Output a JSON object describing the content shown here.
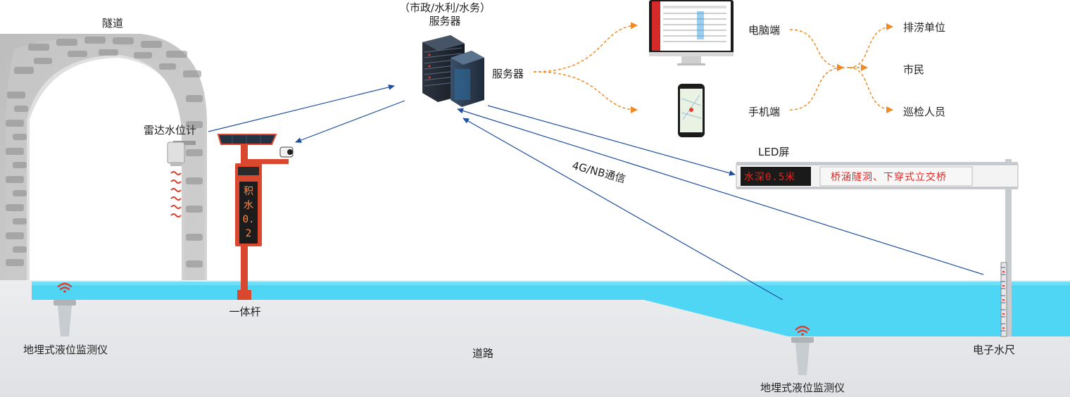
{
  "labels": {
    "tunnel": "隧道",
    "server_org": "（市政/水利/水务）",
    "server_title": "服务器",
    "server_node": "服务器",
    "pc": "电脑端",
    "mobile": "手机端",
    "drainage_unit": "排涝单位",
    "citizens": "市民",
    "inspectors": "巡检人员",
    "radar": "雷达水位计",
    "pole": "一体杆",
    "comm": "4G/NB通信",
    "led_screen": "LED屏",
    "buried_left": "地埋式液位监测仪",
    "buried_right": "地埋式液位监测仪",
    "road": "道路",
    "gauge": "电子水尺"
  },
  "led": {
    "depth_text": "水深0.5米",
    "location_text": "桥涵隧洞、下穿式立交桥",
    "pole_display": "积水0.2"
  },
  "colors": {
    "water": "#4fd6f5",
    "arrow_blue": "#1f4f9e",
    "arrow_orange": "#f08a24",
    "pole_red": "#d9482e",
    "led_red": "#e8231f",
    "wifi_red": "#e53a2c"
  }
}
